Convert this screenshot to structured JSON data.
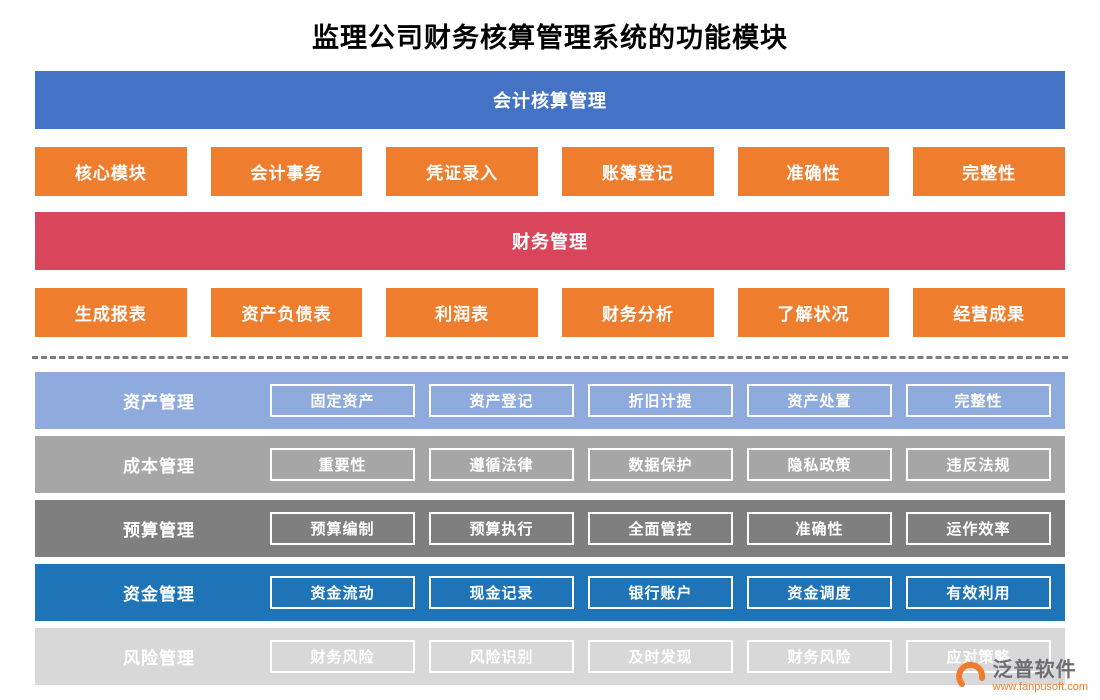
{
  "title": "监理公司财务核算管理系统的功能模块",
  "colors": {
    "orange": "#ee7d2e",
    "banner_blue": "#4472c4",
    "banner_red": "#d9455a",
    "row_asset": "#8faadc",
    "row_cost": "#a6a6a6",
    "row_budget": "#7f7f7f",
    "row_fund": "#1f74b8",
    "row_risk": "#d8d8d8"
  },
  "sections": [
    {
      "banner": "会计核算管理",
      "color": "#4472c4",
      "items": [
        "核心模块",
        "会计事务",
        "凭证录入",
        "账簿登记",
        "准确性",
        "完整性"
      ]
    },
    {
      "banner": "财务管理",
      "color": "#d9455a",
      "items": [
        "生成报表",
        "资产负债表",
        "利润表",
        "财务分析",
        "了解状况",
        "经营成果"
      ]
    }
  ],
  "rows": [
    {
      "label": "资产管理",
      "color": "#8faadc",
      "items": [
        "固定资产",
        "资产登记",
        "折旧计提",
        "资产处置",
        "完整性"
      ]
    },
    {
      "label": "成本管理",
      "color": "#a6a6a6",
      "items": [
        "重要性",
        "遵循法律",
        "数据保护",
        "隐私政策",
        "违反法规"
      ]
    },
    {
      "label": "预算管理",
      "color": "#7f7f7f",
      "items": [
        "预算编制",
        "预算执行",
        "全面管控",
        "准确性",
        "运作效率"
      ]
    },
    {
      "label": "资金管理",
      "color": "#1f74b8",
      "items": [
        "资金流动",
        "现金记录",
        "银行账户",
        "资金调度",
        "有效利用"
      ]
    },
    {
      "label": "风险管理",
      "color": "#d8d8d8",
      "items": [
        "财务风险",
        "风险识别",
        "及时发现",
        "财务风险",
        "应对策略"
      ]
    }
  ],
  "footer": {
    "brand": "泛普软件",
    "url": "www.fanpusoft.com"
  }
}
